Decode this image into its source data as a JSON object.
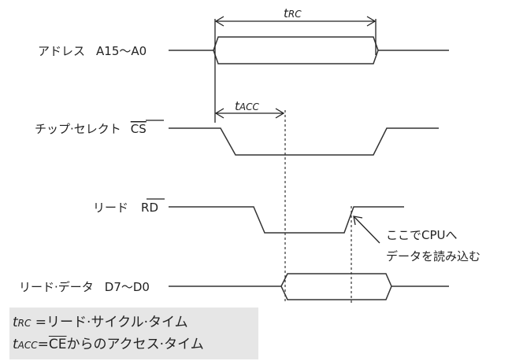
{
  "signals": [
    {
      "id": "address",
      "name": "アドレス",
      "pin": "A15〜A0",
      "active_low": false,
      "type": "bus"
    },
    {
      "id": "chip_select",
      "name": "チップ·セレクト",
      "pin": "CS",
      "active_low": true,
      "type": "logic"
    },
    {
      "id": "read",
      "name": "リード",
      "pin": "RD",
      "active_low": true,
      "type": "logic"
    },
    {
      "id": "read_data",
      "name": "リード·データ",
      "pin": "D7〜D0",
      "active_low": false,
      "type": "bus"
    }
  ],
  "timing_labels": {
    "t_rc": {
      "main": "t",
      "sub": "RC"
    },
    "t_acc": {
      "main": "t",
      "sub": "ACC"
    }
  },
  "annotation": {
    "line1": "ここでCPUへ",
    "line2": "データを読み込む"
  },
  "legend": {
    "row1": {
      "sym": "t",
      "sub": "RC",
      "eq": " =",
      "text": "リード·サイクル·タイム"
    },
    "row2": {
      "sym": "t",
      "sub": "ACC",
      "eq": "=",
      "ce": "CE",
      "text": "からのアクセス·タイム"
    }
  },
  "colors": {
    "line": "#222222",
    "legend_bg": "#e6e6e6"
  }
}
